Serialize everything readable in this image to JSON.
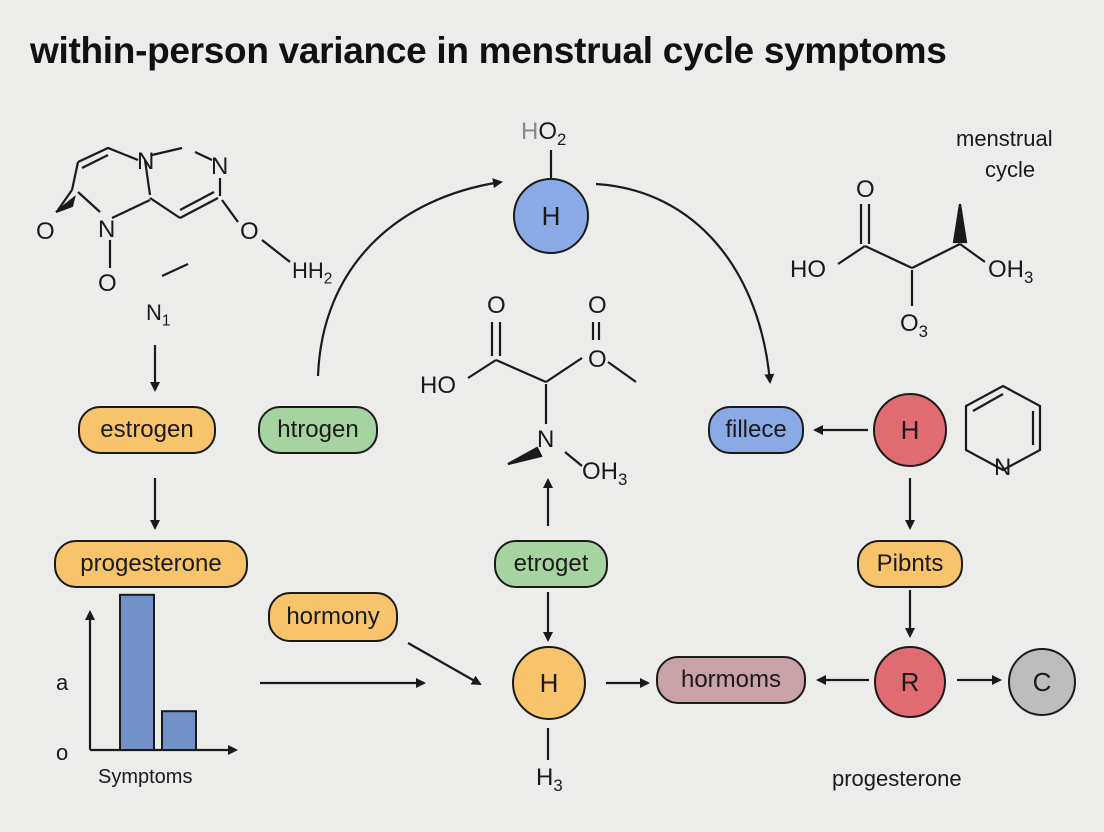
{
  "title": "within-person variance in menstrual cycle symptoms",
  "colors": {
    "orange": "#f7c46c",
    "green": "#a6d4a0",
    "blue": "#8aaae6",
    "red": "#e06c72",
    "mauve": "#c9a2a8",
    "gray": "#bdbdbd",
    "bar": "#7191c8"
  },
  "nodes": {
    "estrogen": "estrogen",
    "htrogen": "htrogen",
    "progesterone": "progesterone",
    "hormony": "hormony",
    "etroget": "etroget",
    "fillece": "fillece",
    "pibnts": "Pibnts",
    "hormoms": "hormoms",
    "h_top": "H",
    "h_red": "H",
    "h_bottom": "H",
    "r": "R",
    "c": "C"
  },
  "labels": {
    "ho2_h": "H",
    "ho2_rest": "O",
    "ho2_sub": "2",
    "menstrual": "menstrual",
    "cycle": "cycle",
    "progesterone_bottom": "progesterone",
    "h3_bottom": "H",
    "h3_bottom_sub": "3",
    "n1": "N",
    "n1_sub": "1",
    "hh2": "HH",
    "hh2_sub": "2"
  },
  "molecules": {
    "left_ring": {
      "o_left": "O",
      "n_ring": "N",
      "o_below": "O",
      "n_top": "N",
      "n_right": "N",
      "o_right": "O"
    },
    "center": {
      "o1": "O",
      "o2": "O",
      "ho": "HO",
      "o_ester": "O",
      "n": "N",
      "oh": "OH",
      "oh_sub": "3"
    },
    "right_top": {
      "o": "O",
      "ho": "HO",
      "oh": "OH",
      "oh_sub": "3",
      "o_below": "O",
      "o_below_sub": "3"
    },
    "pyridine": {
      "n": "N"
    }
  },
  "chart_data": {
    "type": "bar",
    "categories": [
      "",
      ""
    ],
    "values": [
      0.8,
      0.2
    ],
    "title": "",
    "xlabel": "Symptoms",
    "ylabel": "",
    "ytick_labels": [
      "o",
      "a"
    ]
  }
}
